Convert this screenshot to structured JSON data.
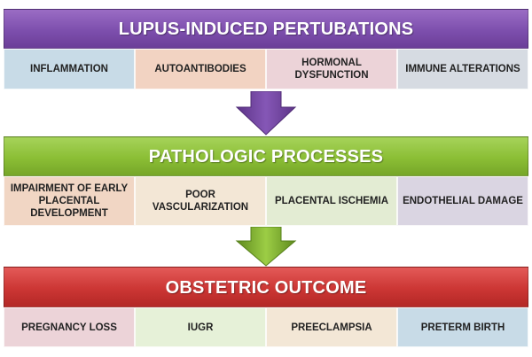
{
  "level1": {
    "title": "LUPUS-INDUCED PERTUBATIONS",
    "items": [
      "INFLAMMATION",
      "AUTOANTIBODIES",
      "HORMONAL DYSFUNCTION",
      "IMMUNE ALTERATIONS"
    ]
  },
  "level2": {
    "title": "PATHOLOGIC PROCESSES",
    "items": [
      "IMPAIRMENT OF EARLY PLACENTAL DEVELOPMENT",
      "POOR VASCULARIZATION",
      "PLACENTAL ISCHEMIA",
      "ENDOTHELIAL DAMAGE"
    ]
  },
  "level3": {
    "title": "OBSTETRIC OUTCOME",
    "items": [
      "PREGNANCY LOSS",
      "IUGR",
      "PREECLAMPSIA",
      "PRETERM BIRTH"
    ]
  },
  "colors": {
    "level1_header": "#7d4fad",
    "level2_header": "#8bbe35",
    "level3_header": "#cc3634",
    "arrow1": "#7d4fad",
    "arrow2": "#8bbe35"
  },
  "icons": [
    "down-arrow-icon",
    "down-arrow-icon"
  ]
}
